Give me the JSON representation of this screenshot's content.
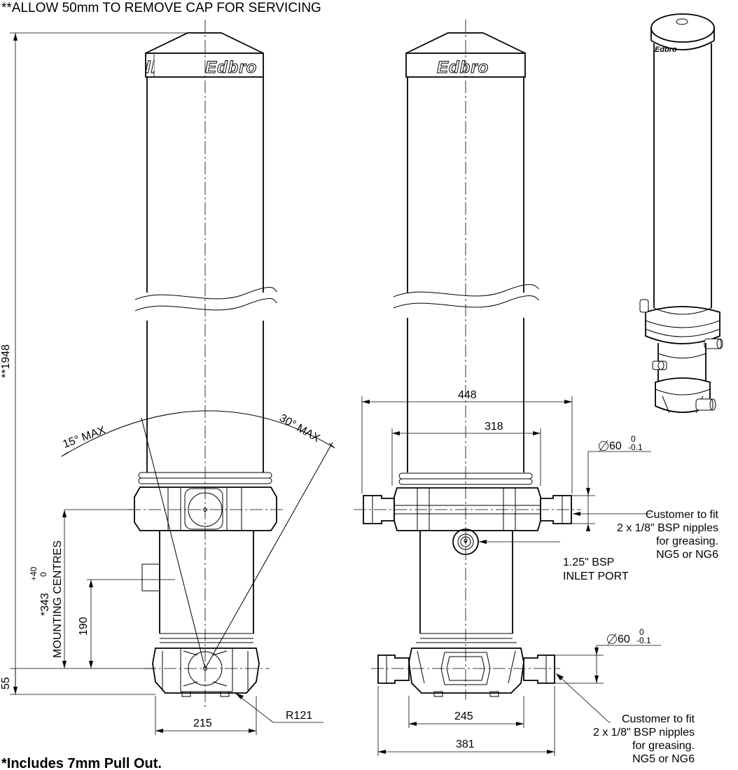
{
  "notes": {
    "top": "**ALLOW 50mm TO REMOVE CAP FOR SERVICING",
    "bottom": "*Includes 7mm Pull Out."
  },
  "brand": "Edbro",
  "side_view": {
    "overall_height": "**1948",
    "mounting_centres_value": "*343",
    "mounting_centres_tol_upper": "+40",
    "mounting_centres_tol_lower": "0",
    "mounting_centres_label": "MOUNTING CENTRES",
    "dim_190": "190",
    "dim_55": "55",
    "angle_left": "15° MAX",
    "angle_right": "30° MAX",
    "radius": "R121",
    "base_width": "215"
  },
  "front_view": {
    "width_448": "448",
    "width_318": "318",
    "top_diameter": "60",
    "top_tol_upper": "0",
    "top_tol_lower": "-0.1",
    "top_note": [
      "Customer to fit",
      "2 x 1/8\" BSP nipples",
      "for greasing.",
      "NG5 or NG6"
    ],
    "inlet_note": [
      "1.25\" BSP",
      "INLET PORT"
    ],
    "bottom_diameter": "60",
    "bottom_tol_upper": "0",
    "bottom_tol_lower": "-0.1",
    "bottom_note": [
      "Customer to fit",
      "2 x 1/8\" BSP nipples",
      "for greasing.",
      "NG5 or NG6"
    ],
    "width_245": "245",
    "width_381": "381"
  }
}
